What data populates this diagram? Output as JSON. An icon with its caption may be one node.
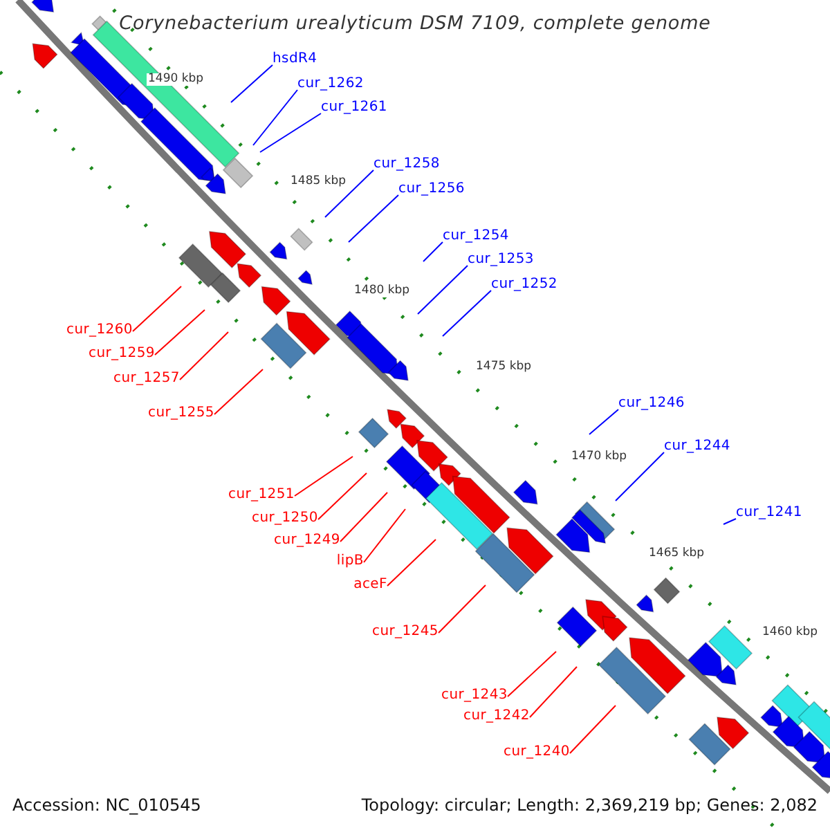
{
  "diagram": {
    "title": "Corynebacterium urealyticum DSM 7109, complete genome",
    "nodes": [
      {
        "text": [
          "hsdR4"
        ]
      },
      {
        "text": [
          "cur_1262"
        ]
      },
      {
        "text": [
          "cur_1261"
        ]
      },
      {
        "text": [
          "cur_1258"
        ]
      },
      {
        "text": [
          "cur_1256"
        ]
      },
      {
        "text": [
          "cur_1254"
        ]
      },
      {
        "text": [
          "cur_1253"
        ]
      },
      {
        "text": [
          "cur_1252"
        ]
      },
      {
        "text": [
          "cur_1260"
        ]
      },
      {
        "text": [
          "cur_1259"
        ]
      },
      {
        "text": [
          "cur_1257"
        ]
      },
      {
        "text": [
          "cur_1255"
        ]
      },
      {
        "text": [
          "cur_1251"
        ]
      },
      {
        "text": [
          "cur_1250"
        ]
      },
      {
        "text": [
          "cur_1249"
        ]
      },
      {
        "text": [
          "lipB"
        ]
      },
      {
        "text": [
          "aceF"
        ]
      },
      {
        "text": [
          "cur_1246"
        ]
      },
      {
        "text": [
          "cur_1244"
        ]
      },
      {
        "text": [
          "cur_1245"
        ]
      },
      {
        "text": [
          "cur_1241"
        ]
      },
      {
        "text": [
          "cur_1243"
        ]
      },
      {
        "text": [
          "cur_1242"
        ]
      },
      {
        "text": [
          "cur_1240"
        ]
      }
    ],
    "edges": [
      {
        "from": 0,
        "to": null,
        "arrow": "none",
        "color": "#0000ff"
      },
      {
        "from": 1,
        "to": null,
        "arrow": "none",
        "color": "#0000ff"
      },
      {
        "from": 2,
        "to": null,
        "arrow": "none",
        "color": "#0000ff"
      },
      {
        "from": 3,
        "to": null,
        "arrow": "none",
        "color": "#0000ff"
      },
      {
        "from": 4,
        "to": null,
        "arrow": "none",
        "color": "#0000ff"
      },
      {
        "from": 5,
        "to": null,
        "arrow": "none",
        "color": "#0000ff"
      },
      {
        "from": 6,
        "to": null,
        "arrow": "none",
        "color": "#0000ff"
      },
      {
        "from": 7,
        "to": null,
        "arrow": "none",
        "color": "#0000ff"
      },
      {
        "from": 8,
        "to": null,
        "arrow": "none"
      },
      {
        "from": 9,
        "to": null,
        "arrow": "none"
      },
      {
        "from": 10,
        "to": null,
        "arrow": "none"
      },
      {
        "from": 11,
        "to": null,
        "arrow": "none"
      },
      {
        "from": 12,
        "to": null,
        "arrow": "none"
      },
      {
        "from": 13,
        "to": null,
        "arrow": "none"
      },
      {
        "from": 14,
        "to": null,
        "arrow": "none"
      },
      {
        "from": 15,
        "to": null,
        "arrow": "none"
      },
      {
        "from": 16,
        "to": null,
        "arrow": "none"
      },
      {
        "from": 17,
        "to": null,
        "arrow": "none",
        "color": "#0000ff"
      },
      {
        "from": 18,
        "to": null,
        "arrow": "none",
        "color": "#0000ff"
      },
      {
        "from": 19,
        "to": null,
        "arrow": "none"
      },
      {
        "from": 20,
        "to": null,
        "arrow": "none",
        "color": "#0000ff"
      },
      {
        "from": 21,
        "to": null,
        "arrow": "none"
      },
      {
        "from": 22,
        "to": null,
        "arrow": "none"
      },
      {
        "from": 23,
        "to": null,
        "arrow": "none"
      }
    ],
    "labels": [
      "1490 kbp",
      "1485 kbp",
      "1480 kbp",
      "1475 kbp",
      "1470 kbp",
      "1465 kbp",
      "1460 kbp",
      "Accession: NC_010545",
      "Topology: circular; Length: 2,369,219 bp; Genes: 2,082"
    ]
  }
}
